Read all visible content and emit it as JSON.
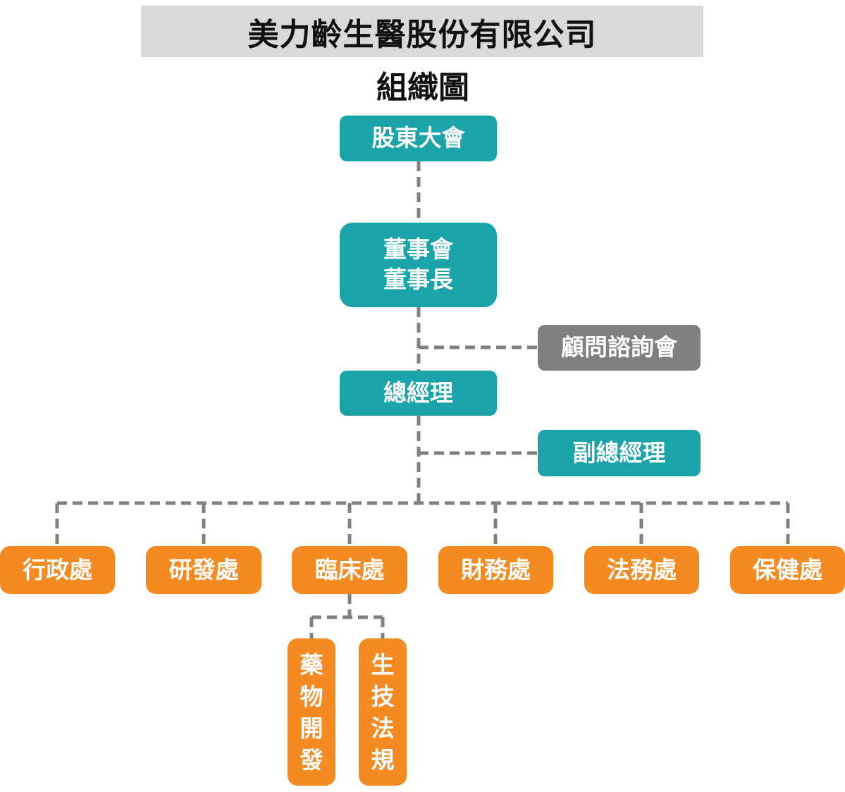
{
  "header": {
    "company": "美力齡生醫股份有限公司",
    "title": "組織圖"
  },
  "nodes": {
    "shareholders": "股東大會",
    "board": [
      "董事會",
      "董事長"
    ],
    "advisory": "顧問諮詢會",
    "general_manager": "總經理",
    "deputy_gm": "副總經理",
    "departments": [
      "行政處",
      "研發處",
      "臨床處",
      "財務處",
      "法務處",
      "保健處"
    ],
    "clinical_subunits": [
      [
        "藥",
        "物",
        "開",
        "發"
      ],
      [
        "生",
        "技",
        "法",
        "規"
      ]
    ]
  },
  "colors": {
    "executive": "#1aa3a8",
    "advisory": "#7f7f7f",
    "department": "#f38b22",
    "connector": "#808080",
    "banner": "#d9d9d9"
  }
}
